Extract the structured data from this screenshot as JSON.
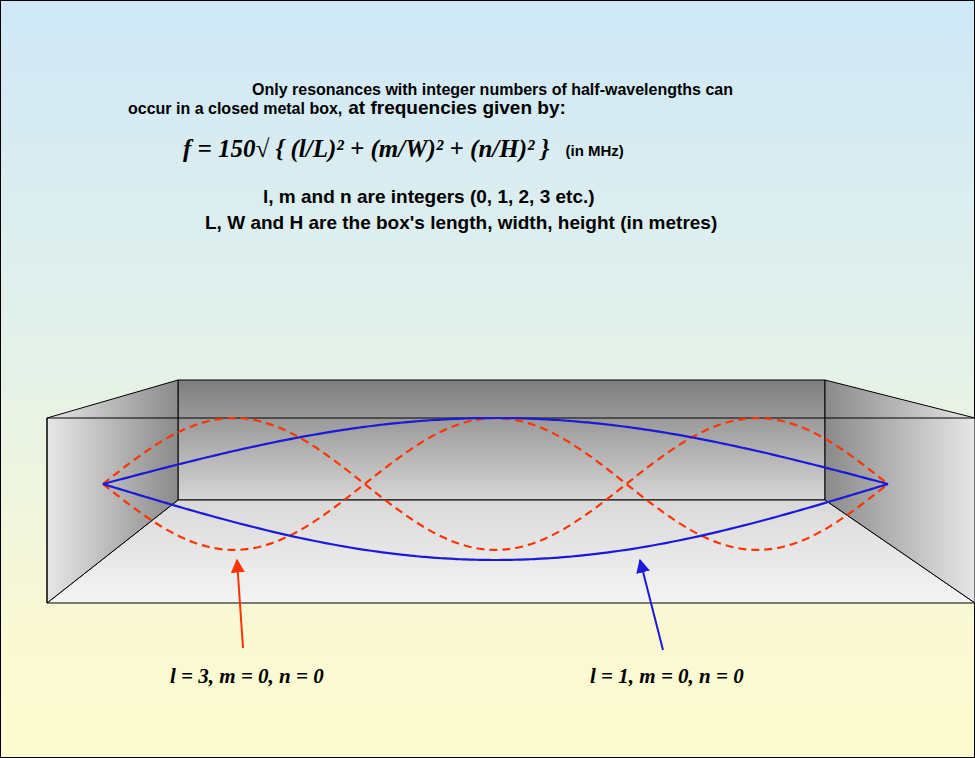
{
  "diagram": {
    "labels": [
      "Only resonances with integer numbers of half-wavelengths can occur in a closed metal box,",
      "at frequencies given by:",
      "f = 150√ { (l/L)² + (m/W)² + (n/H)² }",
      "(in MHz)",
      "l, m and n are integers (0, 1, 2, 3 etc.)",
      "L, W and H are the box's length, width, height (in metres)",
      "l = 3, m = 0, n = 0",
      "l = 1, m = 0, n = 0"
    ]
  }
}
